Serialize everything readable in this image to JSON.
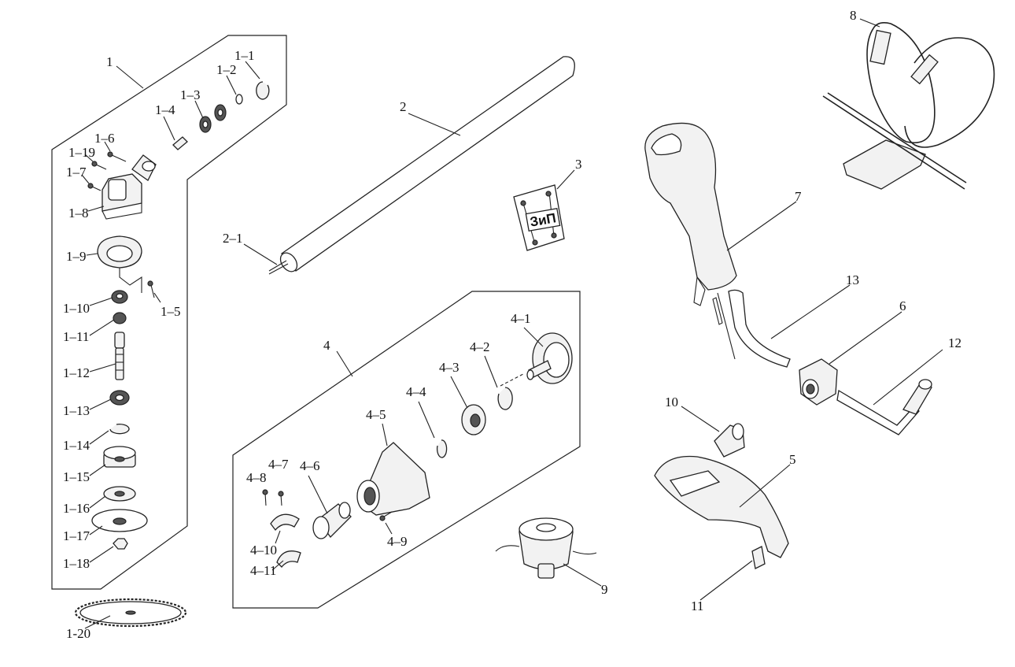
{
  "diagram": {
    "kit_badge_text": "ЗиП",
    "labels": {
      "p1": "1",
      "p1_1": "1–1",
      "p1_2": "1–2",
      "p1_3": "1–3",
      "p1_4": "1–4",
      "p1_5": "1–5",
      "p1_6": "1–6",
      "p1_7": "1–7",
      "p1_8": "1–8",
      "p1_9": "1–9",
      "p1_10": "1–10",
      "p1_11": "1–11",
      "p1_12": "1–12",
      "p1_13": "1–13",
      "p1_14": "1–14",
      "p1_15": "1–15",
      "p1_16": "1–16",
      "p1_17": "1–17",
      "p1_18": "1–18",
      "p1_19": "1–19",
      "p1_20": "1-20",
      "p2": "2",
      "p2_1": "2–1",
      "p3": "3",
      "p4": "4",
      "p4_1": "4–1",
      "p4_2": "4–2",
      "p4_3": "4–3",
      "p4_4": "4–4",
      "p4_5": "4–5",
      "p4_6": "4–6",
      "p4_7": "4–7",
      "p4_8": "4–8",
      "p4_9": "4–9",
      "p4_10": "4–10",
      "p4_11": "4–11",
      "p5": "5",
      "p6": "6",
      "p7": "7",
      "p8": "8",
      "p9": "9",
      "p10": "10",
      "p11": "11",
      "p12": "12",
      "p13": "13"
    }
  }
}
